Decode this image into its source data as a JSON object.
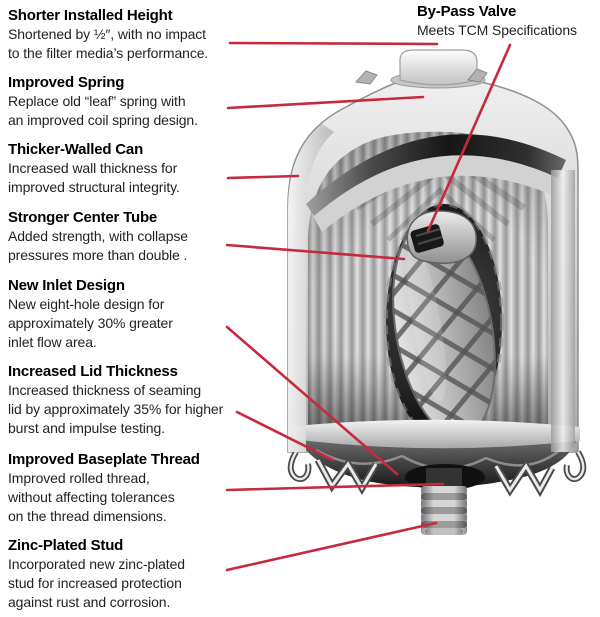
{
  "callouts": [
    {
      "title": "Shorter Installed Height",
      "body": "Shortened by ½″, with no impact\nto the filter media’s performance."
    },
    {
      "title": "Improved Spring",
      "body": "Replace old “leaf” spring with\nan improved coil spring design."
    },
    {
      "title": "Thicker-Walled Can",
      "body": "Increased wall thickness for\nimproved structural integrity."
    },
    {
      "title": "Stronger Center Tube",
      "body": "Added strength, with collapse\npressures more than double ."
    },
    {
      "title": "New Inlet Design",
      "body": "New eight-hole design for\napproximately 30% greater\ninlet flow area."
    },
    {
      "title": "Increased Lid Thickness",
      "body": "Increased thickness of seaming\nlid by approximately 35% for higher\nburst and impulse testing."
    },
    {
      "title": "Improved Baseplate Thread",
      "body": "Improved rolled thread,\nwithout affecting tolerances\non the thread dimensions."
    },
    {
      "title": "Zinc-Plated Stud",
      "body": "Incorporated new zinc-plated\nstud for increased protection\nagainst rust and corrosion."
    }
  ],
  "bypass_callout": {
    "title": "By-Pass Valve",
    "subtitle": "Meets TCM Specifications"
  },
  "illustration": {
    "name": "oil-filter-cutaway"
  },
  "colors": {
    "leader_line": "#c62a3f",
    "title_text": "#000000",
    "body_text": "#231f20",
    "background": "#ffffff"
  }
}
